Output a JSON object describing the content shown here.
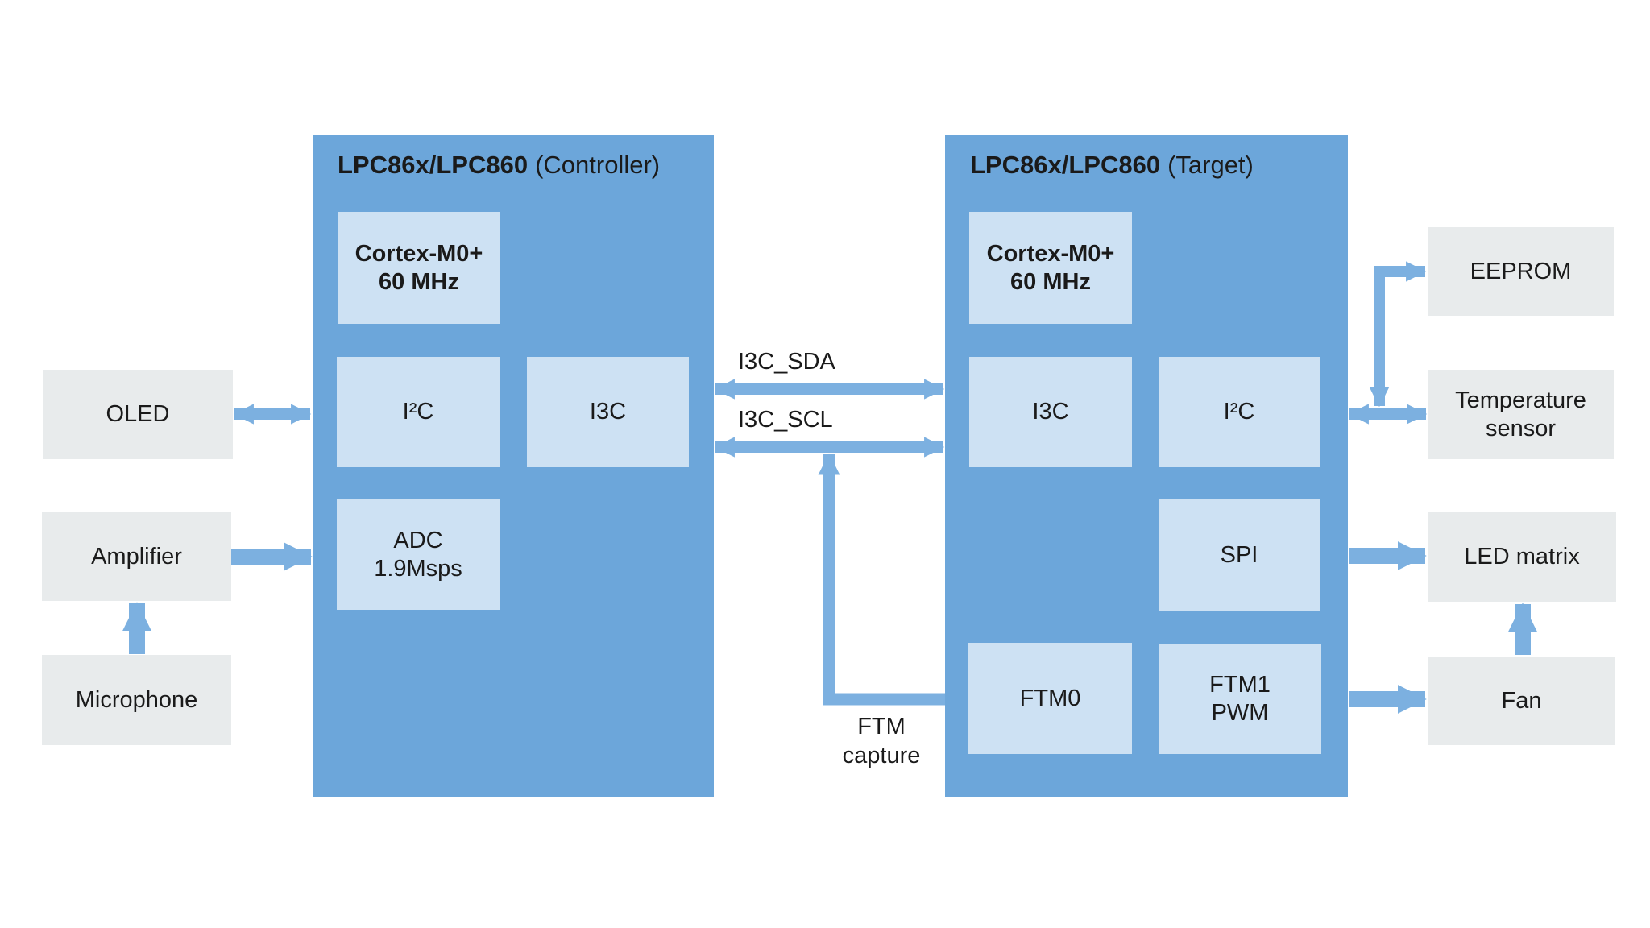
{
  "colors": {
    "mcu_fill": "#6CA6DA",
    "block_fill": "#CDE1F3",
    "peripheral_fill": "#E8EBEC",
    "arrow": "#7CB0E0",
    "text": "#1A1A1A",
    "background": "#FFFFFF"
  },
  "controller": {
    "title": "LPC86x/LPC860",
    "subtitle": "(Controller)",
    "cpu": {
      "line1": "Cortex-M0+",
      "line2": "60 MHz"
    },
    "i2c": "I²C",
    "i3c": "I3C",
    "adc": {
      "line1": "ADC",
      "line2": "1.9Msps"
    }
  },
  "target": {
    "title": "LPC86x/LPC860",
    "subtitle": "(Target)",
    "cpu": {
      "line1": "Cortex-M0+",
      "line2": "60 MHz"
    },
    "i3c": "I3C",
    "i2c": "I²C",
    "spi": "SPI",
    "ftm0": "FTM0",
    "ftm1": {
      "line1": "FTM1",
      "line2": "PWM"
    }
  },
  "peripherals": {
    "oled": "OLED",
    "amplifier": "Amplifier",
    "microphone": "Microphone",
    "eeprom": "EEPROM",
    "temperature": {
      "line1": "Temperature",
      "line2": "sensor"
    },
    "led_matrix": "LED matrix",
    "fan": "Fan"
  },
  "bus": {
    "sda": "I3C_SDA",
    "scl": "I3C_SCL",
    "ftm_capture": {
      "line1": "FTM",
      "line2": "capture"
    }
  }
}
